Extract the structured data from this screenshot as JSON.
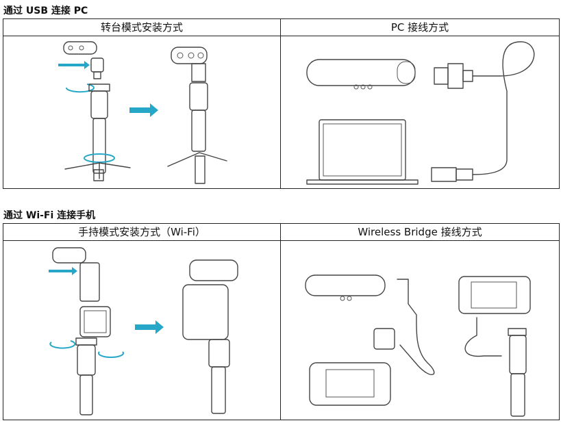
{
  "section1": {
    "title": "通过 USB 连接 PC",
    "headers": [
      "转台模式安装方式",
      "PC 接线方式"
    ]
  },
  "section2": {
    "title": "通过 Wi-Fi 连接手机",
    "headers": [
      "手持模式安装方式（Wi-Fi）",
      "Wireless Bridge 接线方式"
    ]
  },
  "colors": {
    "accent_arrow": "#27a7c7",
    "line": "#444444"
  },
  "icons": [
    "scanner-icon",
    "tripod-icon",
    "laptop-icon",
    "usb-cable-icon",
    "phone-clamp-icon",
    "phone-icon",
    "wireless-bridge-icon",
    "handle-grip-icon"
  ]
}
